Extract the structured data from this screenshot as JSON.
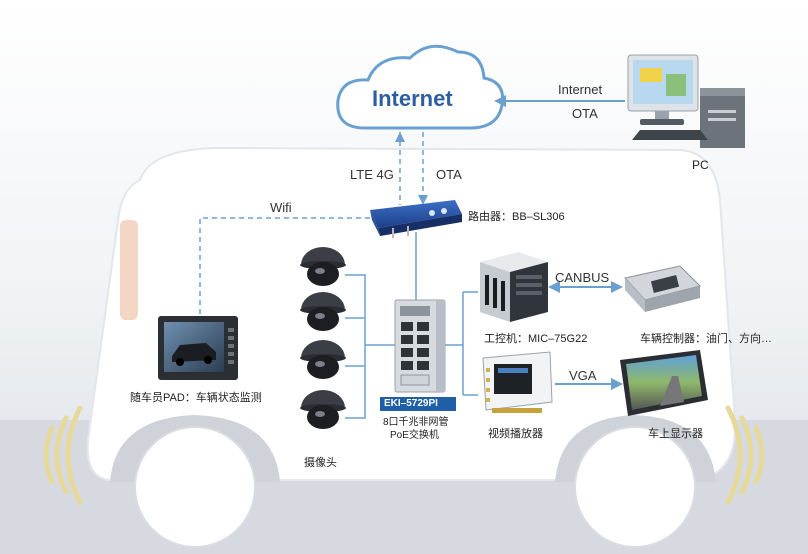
{
  "cloud": {
    "label": "Internet"
  },
  "links": {
    "pc_internet": "Internet",
    "pc_ota": "OTA",
    "lte": "LTE 4G",
    "ota": "OTA",
    "wifi": "Wifi",
    "canbus": "CANBUS",
    "vga": "VGA"
  },
  "devices": {
    "pc": "PC",
    "router": "路由器：BB–SL306",
    "ipc": "工控机：MIC–75G22",
    "vcu": "车辆控制器：油门、方向…",
    "pad": "随车员PAD：车辆状态监测",
    "camera": "摄像头",
    "switch_model": "EKI–5729PI",
    "switch_line1": "8口千兆非网管",
    "switch_line2": "PoE交换机",
    "player": "视频播放器",
    "display": "车上显示器"
  },
  "colors": {
    "accent": "#2e6aa8",
    "cloud_text": "#2d5fa0",
    "line": "#6aa0d0"
  }
}
